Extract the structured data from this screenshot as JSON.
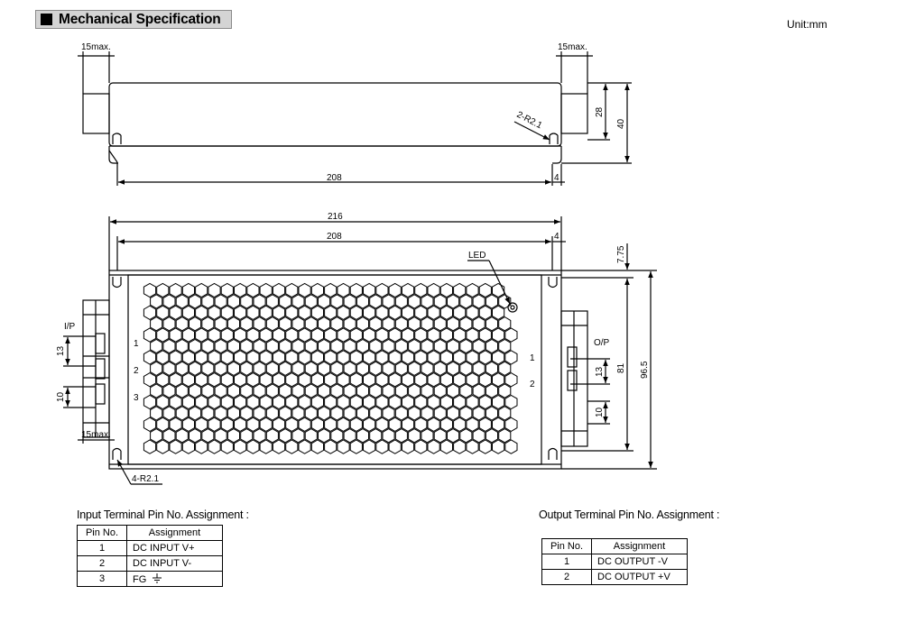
{
  "header": {
    "title": "Mechanical Specification"
  },
  "unit": "Unit:mm",
  "top_view": {
    "left_note": "15max.",
    "right_note": "15max.",
    "radius_note": "2-R2.1",
    "dim_length": "208",
    "dim_end": "4",
    "dim_height_inner": "28",
    "dim_height_outer": "40"
  },
  "front_view": {
    "dim_total": "216",
    "dim_mount": "208",
    "dim_end": "4",
    "dim_offset": "7.75",
    "dim_pitch": "81",
    "dim_height": "96.5",
    "led_label": "LED",
    "input_label": "I/P",
    "output_label": "O/P",
    "input_pins": [
      "1",
      "2",
      "3"
    ],
    "output_pins": [
      "1",
      "2"
    ],
    "input_dims": [
      "13",
      "10"
    ],
    "output_dims": [
      "13",
      "10"
    ],
    "left_note": "15max.",
    "radius_note": "4-R2.1"
  },
  "input_table": {
    "title": "Input Terminal Pin No. Assignment :",
    "headers": [
      "Pin No.",
      "Assignment"
    ],
    "rows": [
      {
        "pin": "1",
        "assignment": "DC INPUT V+"
      },
      {
        "pin": "2",
        "assignment": "DC INPUT V-"
      },
      {
        "pin": "3",
        "assignment": "FG"
      }
    ],
    "ground_symbol": "ground-icon"
  },
  "output_table": {
    "title": "Output Terminal Pin No. Assignment :",
    "headers": [
      "Pin No.",
      "Assignment"
    ],
    "rows": [
      {
        "pin": "1",
        "assignment": "DC OUTPUT -V"
      },
      {
        "pin": "2",
        "assignment": "DC OUTPUT +V"
      }
    ]
  }
}
